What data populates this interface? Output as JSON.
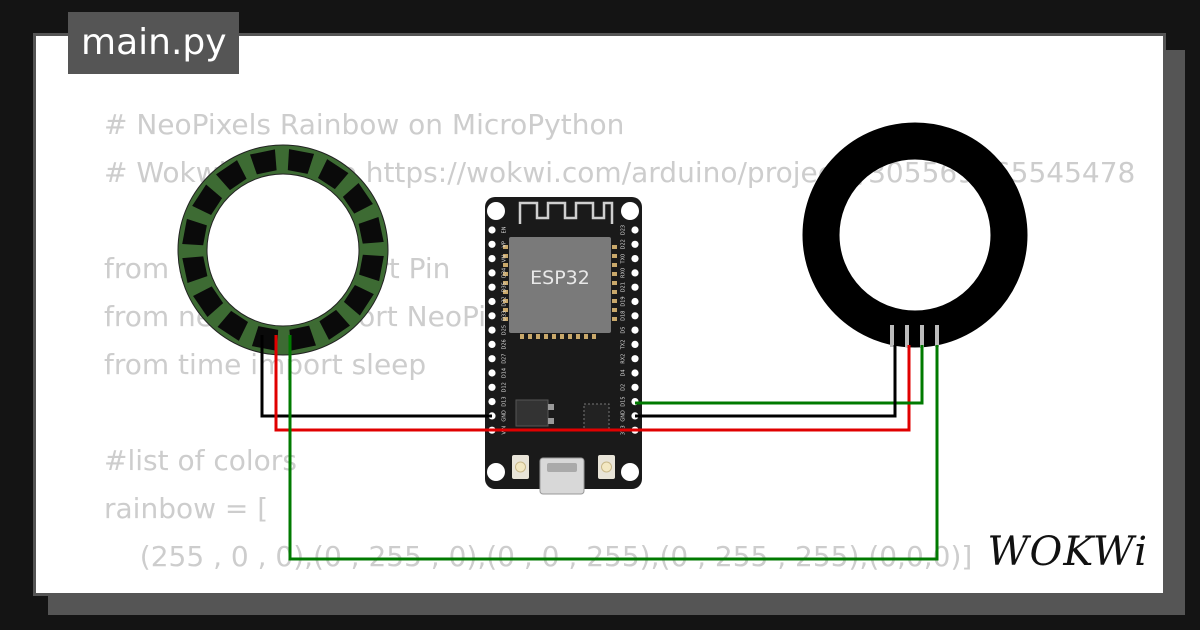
{
  "tab": {
    "title": "main.py"
  },
  "code": {
    "lines": [
      "# NeoPixels Rainbow on MicroPython",
      "# Wokwi Example https://wokwi.com/arduino/projects/305569065545478",
      "",
      "from machine import Pin",
      "from neopixel import NeoPixel",
      "from time import sleep",
      "",
      "#list of colors",
      "rainbow = [",
      "  (255 , 0 , 0),(0 , 255 , 0),(0 , 0 , 255),(0 , 255 , 255),(0,0,0)]"
    ]
  },
  "board": {
    "chip_label": "ESP32",
    "left_pins": [
      "EN",
      "VP",
      "VN",
      "D34",
      "D35",
      "D32",
      "D33",
      "D25",
      "D26",
      "D27",
      "D14",
      "D12",
      "D13",
      "GND",
      "VIN"
    ],
    "right_pins": [
      "D23",
      "D22",
      "TX0",
      "RX0",
      "D21",
      "D19",
      "D18",
      "D5",
      "TX2",
      "RX2",
      "D4",
      "D2",
      "D15",
      "GND",
      "3V3"
    ]
  },
  "branding": {
    "logo_text": "WOKWi"
  },
  "colors": {
    "wire_black": "#000000",
    "wire_red": "#e00000",
    "wire_green": "#007a00",
    "ring_green": "#3d6b33",
    "board": "#1a1a1a",
    "tab_bg": "#555555",
    "code_text": "#cdcdcd"
  }
}
